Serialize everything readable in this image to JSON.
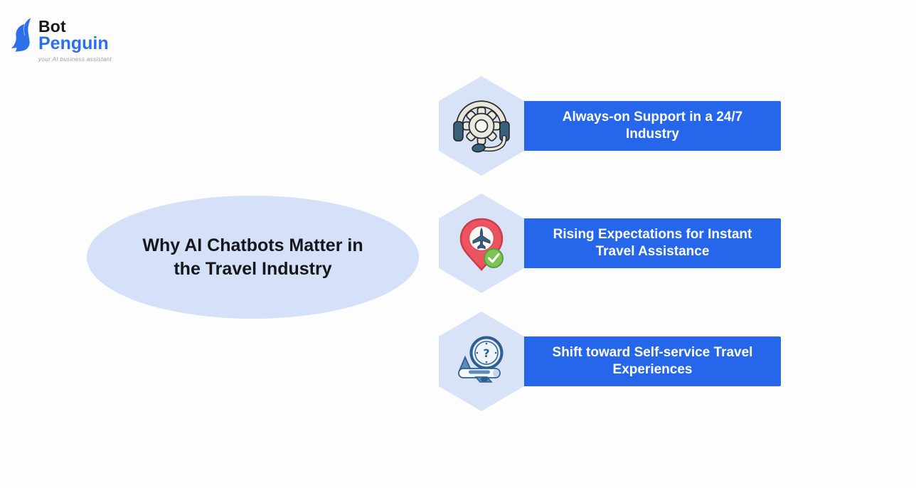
{
  "logo": {
    "brand_line1": "Bot",
    "brand_line2": "Penguin",
    "tagline": "your AI business assistant"
  },
  "title_bubble": {
    "text": "Why AI Chatbots Matter in the Travel Industry"
  },
  "items": [
    {
      "label": "Always-on Support in a 24/7 Industry",
      "icon": "headset-gear-icon"
    },
    {
      "label": "Rising Expectations for Instant Travel Assistance",
      "icon": "pin-plane-check-icon"
    },
    {
      "label": "Shift toward Self-service Travel Experiences",
      "icon": "clock-plane-icon"
    }
  ],
  "colors": {
    "accent_blue": "#2566eb",
    "hexagon_fill": "#d9e3f8",
    "ellipse_fill": "#d5e1f9",
    "brand_blue": "#2d6ee9",
    "bar_text": "#ffffff",
    "title_text": "#15171b",
    "background": "#fdfdfd",
    "pin_red": "#ec5560",
    "check_green": "#7cc453",
    "icon_navy": "#35607f"
  }
}
